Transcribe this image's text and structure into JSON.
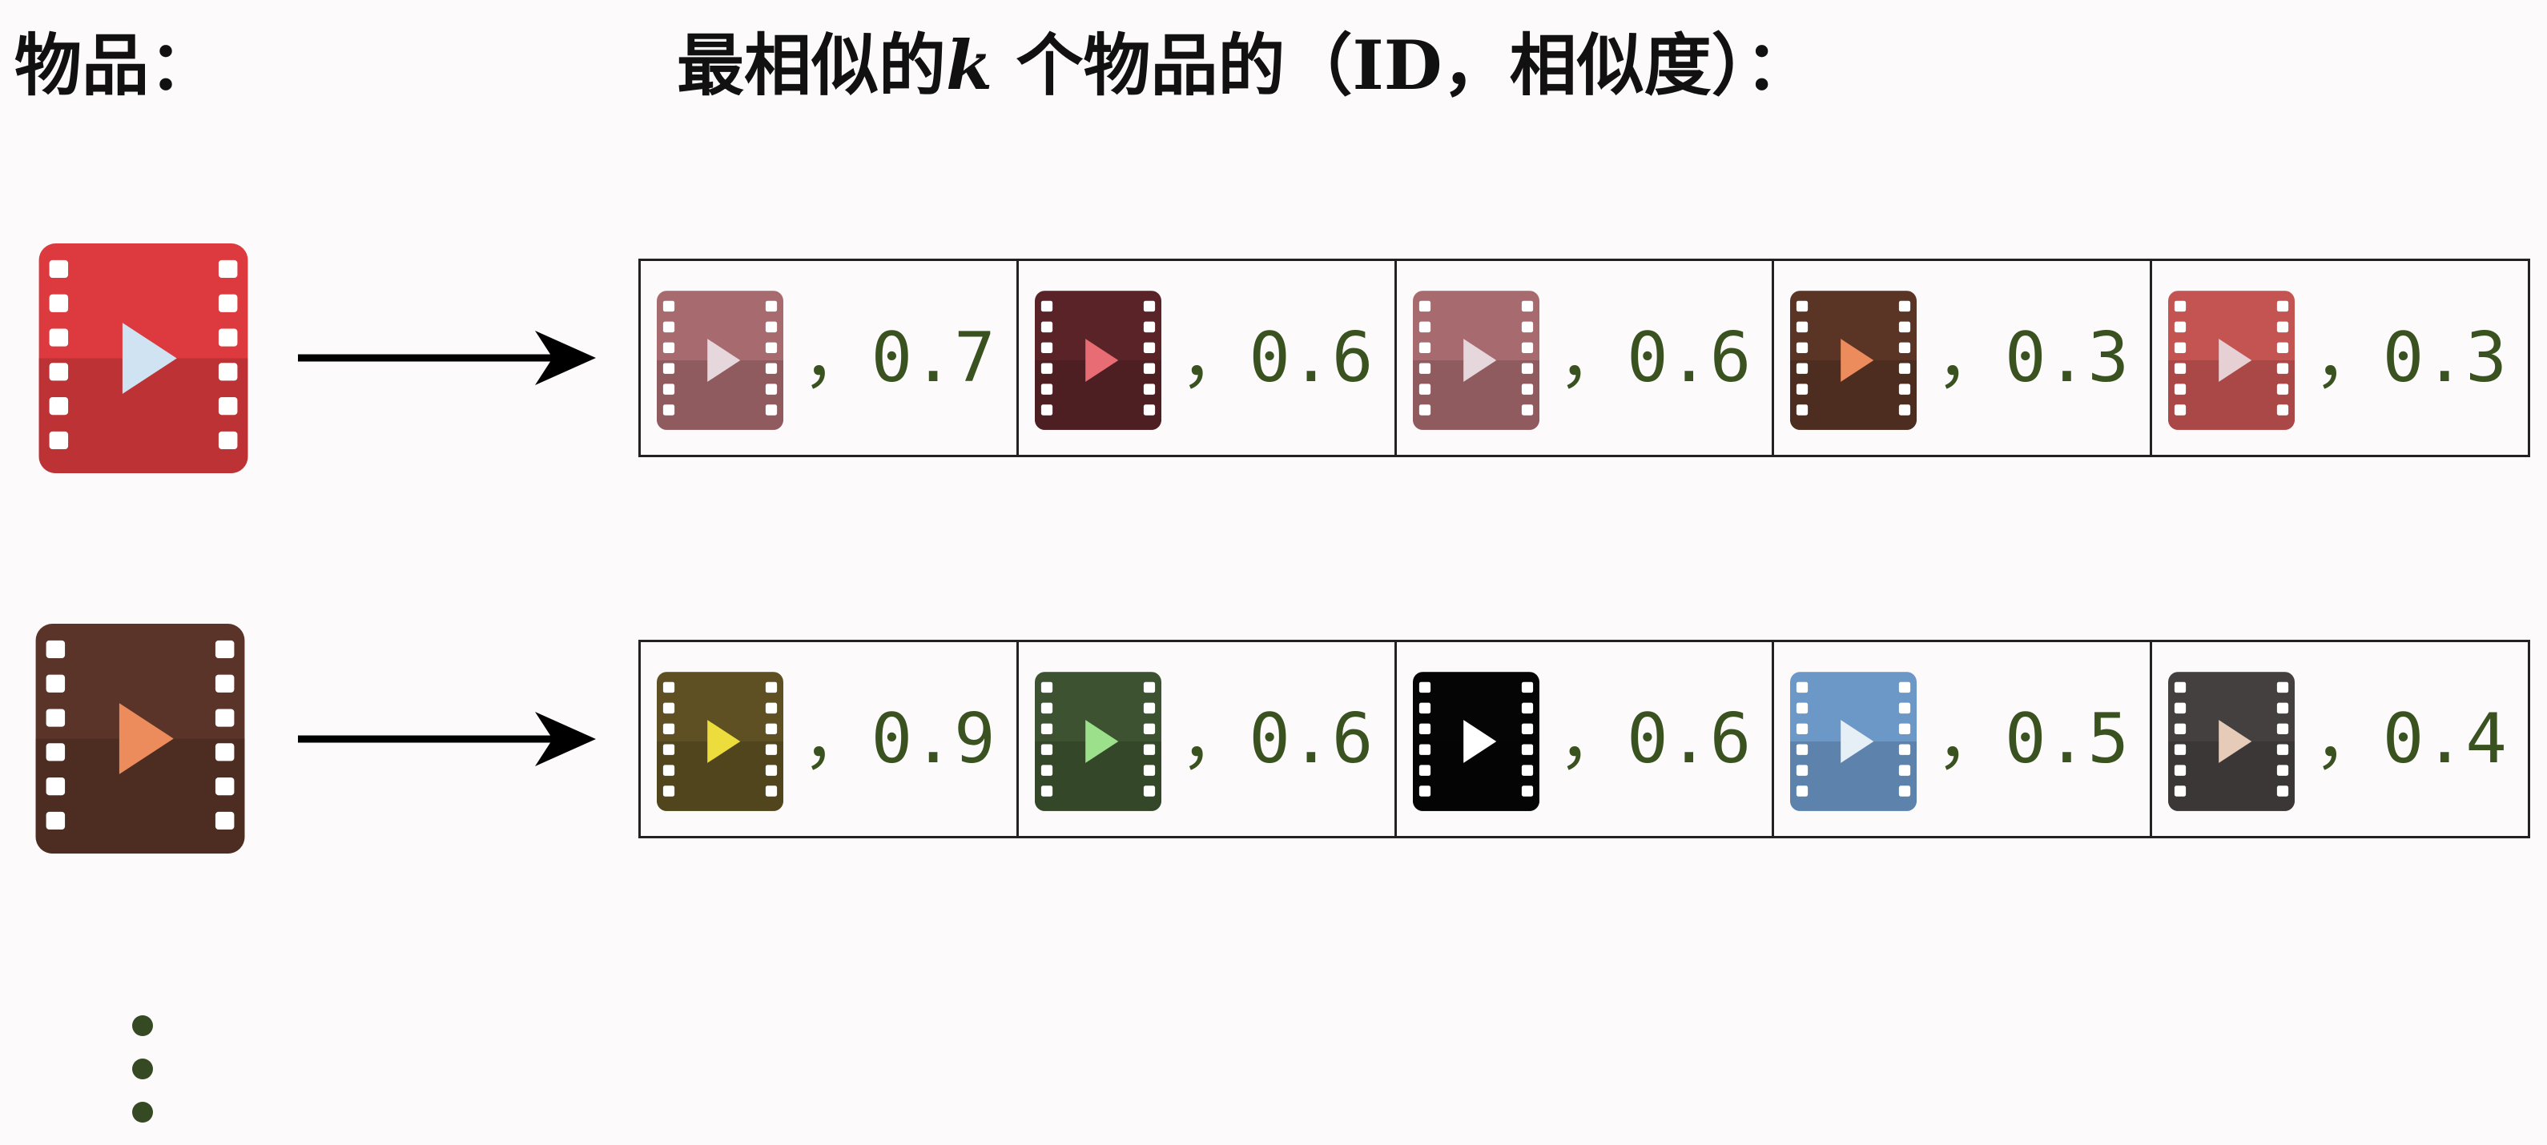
{
  "heading_items": "物品：",
  "heading_similar_prefix": "最相似的",
  "heading_similar_var": "k",
  "heading_similar_suffix": "个物品的（ID，相似度）：",
  "rows": [
    {
      "query_item": {
        "icon": "film-play-icon",
        "color": "#dc3a3e",
        "play_color": "#cfe3f2"
      },
      "similar": [
        {
          "color": "#a76a6e",
          "play_color": "#e6d7dc",
          "score": "0.7"
        },
        {
          "color": "#5a2328",
          "play_color": "#e86c74",
          "score": "0.6"
        },
        {
          "color": "#a76a6e",
          "play_color": "#e6d7dc",
          "score": "0.6"
        },
        {
          "color": "#5a3424",
          "play_color": "#ec8c5c",
          "score": "0.3"
        },
        {
          "color": "#c45452",
          "play_color": "#e6d0d4",
          "score": "0.3"
        }
      ]
    },
    {
      "query_item": {
        "icon": "film-play-icon",
        "color": "#5a3428",
        "play_color": "#ec8c5c"
      },
      "similar": [
        {
          "color": "#5e5022",
          "play_color": "#ecdc3c",
          "score": "0.9"
        },
        {
          "color": "#3c5230",
          "play_color": "#9ce08c",
          "score": "0.6"
        },
        {
          "color": "#050505",
          "play_color": "#ffffff",
          "score": "0.6"
        },
        {
          "color": "#6c98c8",
          "play_color": "#e6eef6",
          "score": "0.5"
        },
        {
          "color": "#454040",
          "play_color": "#e6ccb8",
          "score": "0.4"
        }
      ]
    }
  ],
  "separator": "，",
  "more_indicator": "vertical-ellipsis-icon"
}
